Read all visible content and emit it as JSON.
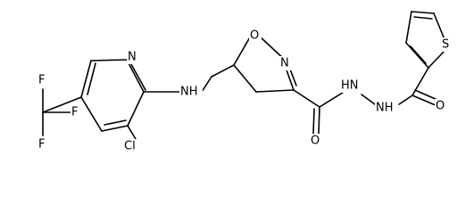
{
  "atoms": {
    "F1": "F",
    "F2": "F",
    "F3": "F",
    "N_pyridine": "N",
    "Cl": "Cl",
    "NH_amine": "NH",
    "O_ring": "O",
    "N_ring": "N",
    "O_amide1": "O",
    "HN_hydrazide": "HN",
    "NH_hydrazide": "NH",
    "O_amide2": "O",
    "S_thiophene": "S"
  },
  "colors": {
    "bond": "#000000",
    "label": "#000000",
    "background": "#ffffff"
  }
}
